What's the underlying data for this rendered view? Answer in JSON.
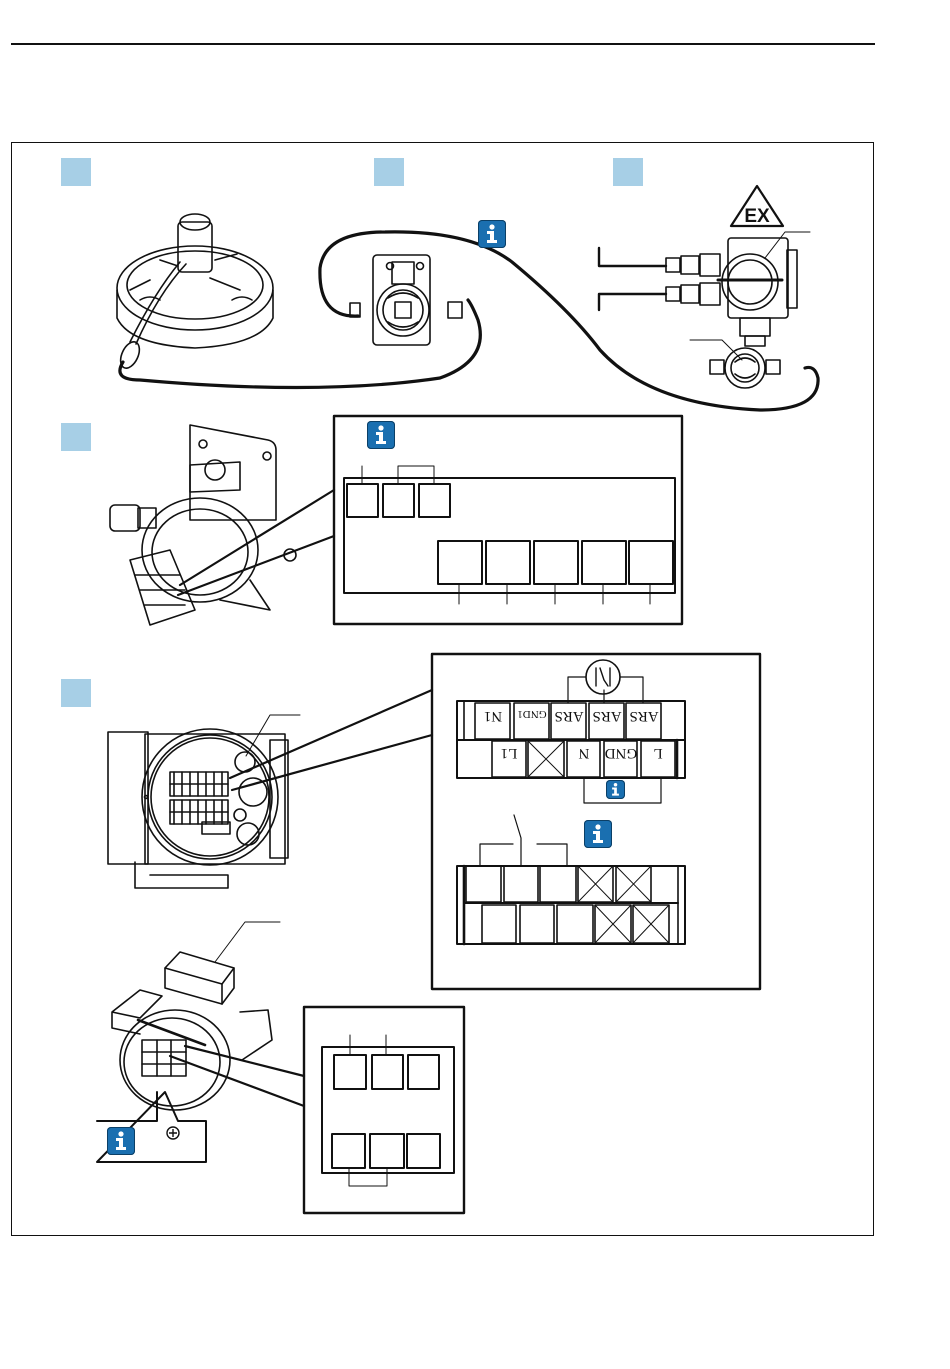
{
  "page": {
    "type": "installation-wiring-diagram",
    "accent_colors": {
      "step_marker": "#a7cfe6",
      "info_icon": "#1a6fb0",
      "line": "#111111"
    }
  },
  "steps": [
    {
      "id": "step-1",
      "marker": "",
      "description": "sensor head connected by cable"
    },
    {
      "id": "step-2",
      "marker": "",
      "description": "junction box with info note"
    },
    {
      "id": "step-3",
      "marker": "",
      "description": "explosion-proof housing with Ex warning"
    },
    {
      "id": "step-4",
      "marker": "",
      "description": "junction box terminal detail"
    },
    {
      "id": "step-5",
      "marker": "",
      "description": "transmitter terminal block detail"
    }
  ],
  "icons": {
    "info": "info-icon",
    "ex_warning": "ex-warning-icon",
    "plus": "plus-circle-icon"
  },
  "ex_label": "EX",
  "terminal_block_upper": {
    "top_row": [
      "N1",
      "GND1",
      "ARS",
      "ARS",
      "ARS"
    ],
    "bottom_row": [
      "",
      "L1",
      "X",
      "N",
      "GND",
      "L"
    ],
    "orientation": "upside-down"
  },
  "terminal_block_lower": {
    "top_row": [
      "",
      "",
      "",
      "X",
      "X",
      ""
    ],
    "bottom_row": [
      "",
      "",
      "",
      "X",
      "X"
    ]
  },
  "plus_symbol": "⊕"
}
